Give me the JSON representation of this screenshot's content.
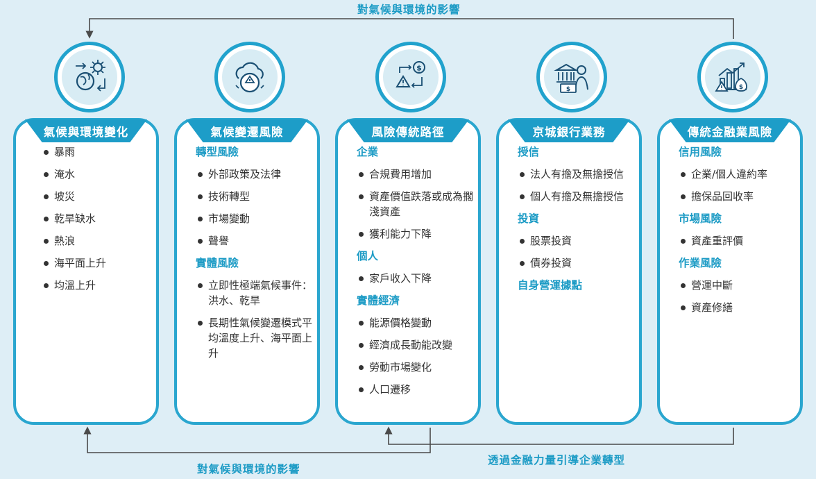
{
  "flows": {
    "top_label": "對氣候與環境的影響",
    "bottom_left_label": "對氣候與環境的影響",
    "bottom_right_label": "透過金融力量引導企業轉型"
  },
  "columns": [
    {
      "title": "氣候與環境變化",
      "icon": "climate-cycle-icon",
      "sections": [
        {
          "heading": "",
          "items": [
            "暴雨",
            "淹水",
            "坡災",
            "乾旱缺水",
            "熱浪",
            "海平面上升",
            "均溫上升"
          ]
        }
      ]
    },
    {
      "title": "氣候變遷風險",
      "icon": "cloud-warning-icon",
      "sections": [
        {
          "heading": "轉型風險",
          "items": [
            "外部政策及法律",
            "技術轉型",
            "市場變動",
            "聲譽"
          ]
        },
        {
          "heading": "實體風險",
          "items": [
            "立即性極端氣候事件：洪水、乾旱",
            "長期性氣候變遷模式平均溫度上升、海平面上升"
          ]
        }
      ]
    },
    {
      "title": "風險傳統路徑",
      "icon": "risk-transmission-icon",
      "sections": [
        {
          "heading": "企業",
          "items": [
            "合規費用增加",
            "資產價值跌落或成為擱淺資產",
            "獲利能力下降"
          ]
        },
        {
          "heading": "個人",
          "items": [
            "家戶收入下降"
          ]
        },
        {
          "heading": "實體經濟",
          "items": [
            "能源價格變動",
            "經濟成長動能改變",
            "勞動市場變化",
            "人口遷移"
          ]
        }
      ]
    },
    {
      "title": "京城銀行業務",
      "icon": "bank-business-icon",
      "sections": [
        {
          "heading": "授信",
          "items": [
            "法人有擔及無擔授信",
            "個人有擔及無擔授信"
          ]
        },
        {
          "heading": "投資",
          "items": [
            "股票投資",
            "債券投資"
          ]
        },
        {
          "heading": "自身營運據點",
          "items": []
        }
      ]
    },
    {
      "title": "傳統金融業風險",
      "icon": "finance-risk-icon",
      "sections": [
        {
          "heading": "信用風險",
          "items": [
            "企業/個人違約率",
            "擔保品回收率"
          ]
        },
        {
          "heading": "市場風險",
          "items": [
            "資產重評價"
          ]
        },
        {
          "heading": "作業風險",
          "items": [
            "營運中斷",
            "資產修繕"
          ]
        }
      ]
    }
  ],
  "colors": {
    "accent": "#1d9dc8",
    "border": "#2aa6cf",
    "background": "#deeef6",
    "text": "#333333"
  }
}
